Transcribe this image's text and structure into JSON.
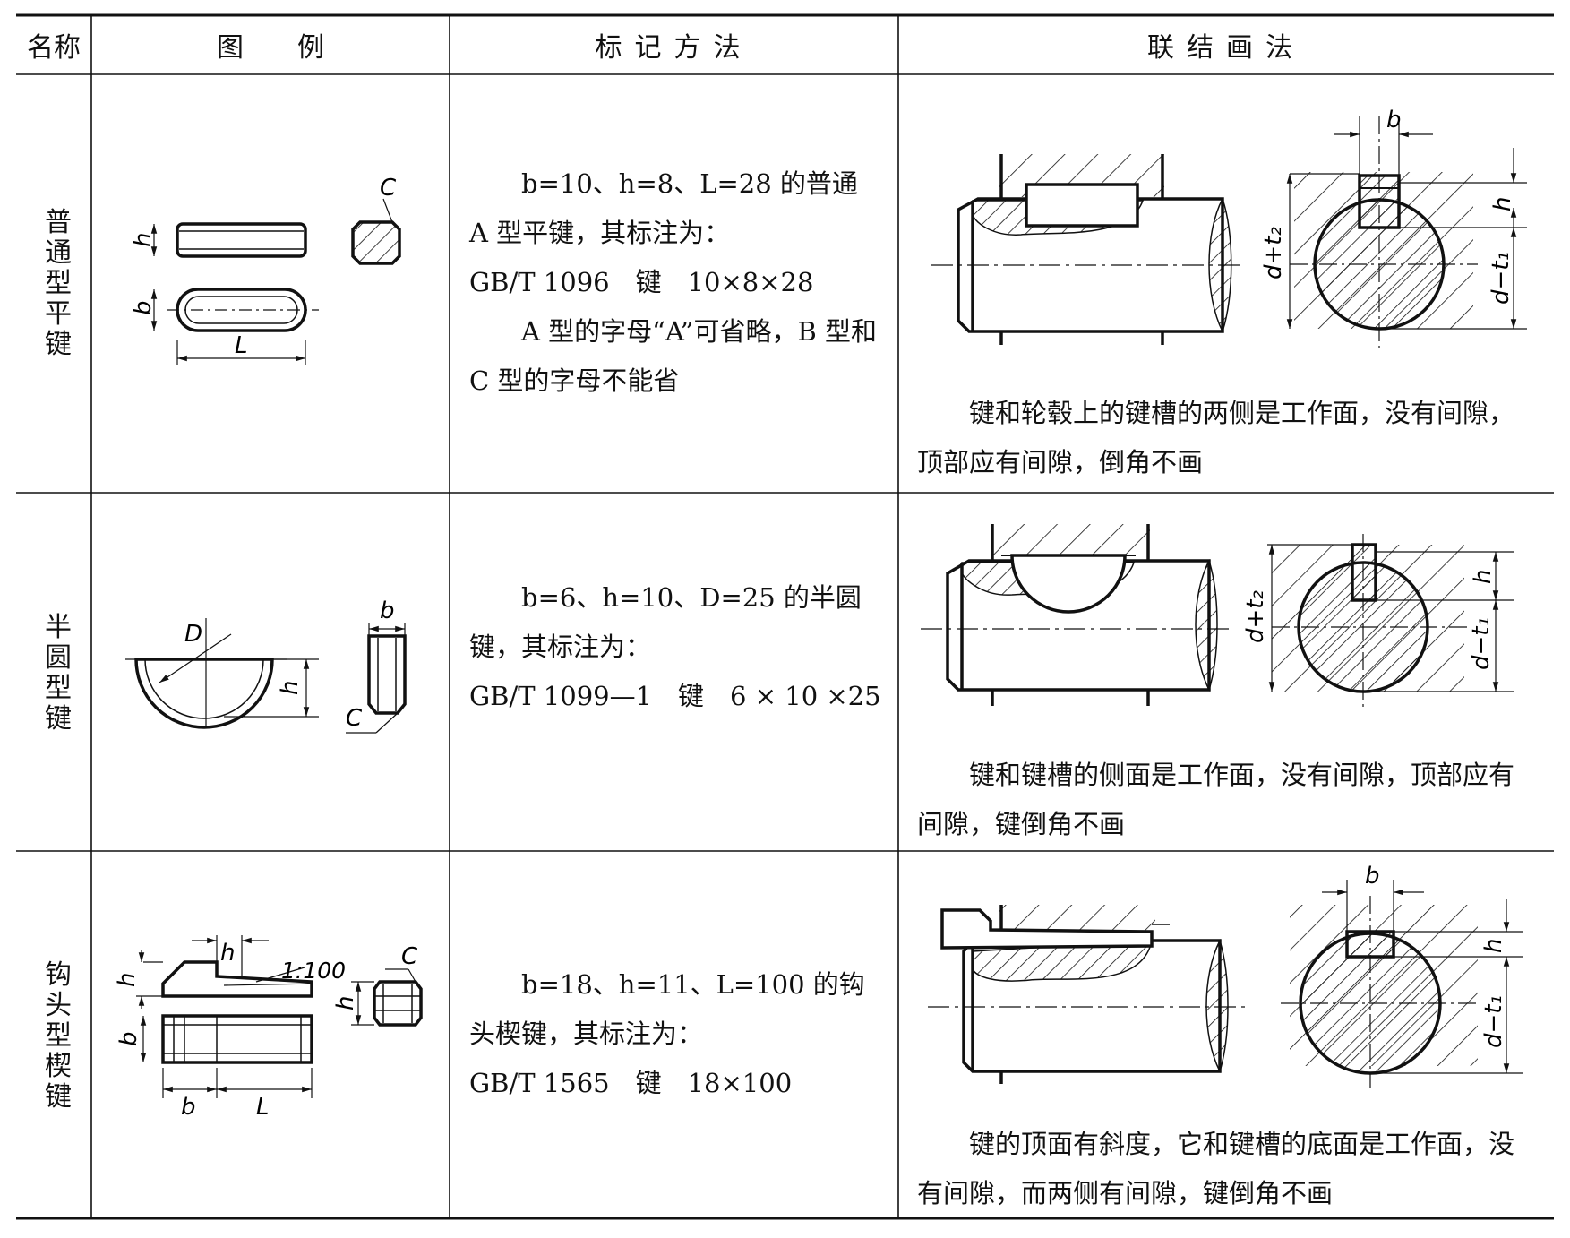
{
  "headers": {
    "name": "名称",
    "figure": "图　　例",
    "marking": "标记方法",
    "assembly": "联结画法"
  },
  "rows": [
    {
      "name": "普通型平键",
      "marking": [
        "b=10、h=8、L=28 的普通 A 型平键，其标注为：",
        "GB/T 1096　键　10×8×28",
        "A 型的字母“A”可省略，B 型和 C 型的字母不能省"
      ],
      "note": "键和轮毂上的键槽的两侧是工作面，没有间隙，顶部应有间隙，倒角不画",
      "figure_labels": {
        "h": "h",
        "b": "b",
        "L": "L",
        "C": "C"
      },
      "assembly_labels": {
        "b": "b",
        "h": "h",
        "d_plus_t2": "d+t₂",
        "d_minus_t1": "d−t₁"
      }
    },
    {
      "name": "半圆型键",
      "marking": [
        "b=6、h=10、D=25 的半圆键，其标注为：",
        "GB/T 1099—1　键　6 × 10 ×25"
      ],
      "note": "键和键槽的侧面是工作面，没有间隙，顶部应有间隙，键倒角不画",
      "figure_labels": {
        "D": "D",
        "h": "h",
        "b": "b",
        "C": "C"
      },
      "assembly_labels": {
        "h": "h",
        "d_plus_t2": "d+t₂",
        "d_minus_t1": "d−t₁"
      }
    },
    {
      "name": "钩头型楔键",
      "marking": [
        "b=18、h=11、L=100 的钩头楔键，其标注为：",
        "GB/T 1565　键　18×100"
      ],
      "note": "键的顶面有斜度，它和键槽的底面是工作面，没有间隙，而两侧有间隙，键倒角不画",
      "figure_labels": {
        "h": "h",
        "slope": "1:100",
        "b": "b",
        "L": "L",
        "C": "C"
      },
      "assembly_labels": {
        "b": "b",
        "h": "h",
        "d_minus_t1": "d−t₁"
      }
    }
  ]
}
